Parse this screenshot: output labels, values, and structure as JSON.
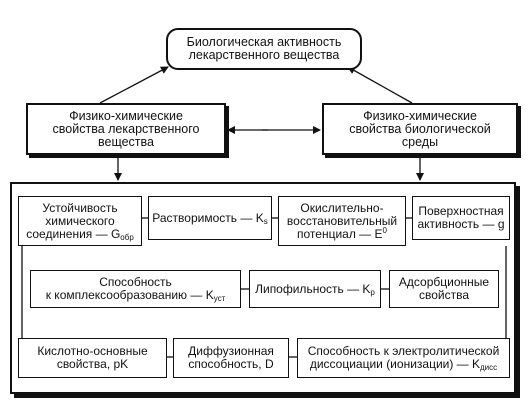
{
  "diagram": {
    "top": {
      "line1": "Биологическая активность",
      "line2": "лекарственного вещества"
    },
    "left_props": {
      "line1": "Физико-химические",
      "line2": "свойства лекарственного",
      "line3": "вещества"
    },
    "right_props": {
      "line1": "Физико-химические",
      "line2": "свойства биологической",
      "line3": "среды"
    },
    "row1": [
      {
        "line1": "Устойчивость",
        "line2": "химического",
        "line3": "соединения — G",
        "sub": "обр"
      },
      {
        "line1": "Растворимость — K",
        "sub": "s"
      },
      {
        "line1": "Окислительно-",
        "line2": "восстановительный",
        "line3": "потенциал — E",
        "sup": "0"
      },
      {
        "line1": "Поверхностная",
        "line2": "активность — g"
      }
    ],
    "row2": [
      {
        "line1": "Способность",
        "line2": "к комплексообразованию — K",
        "sub": "уст"
      },
      {
        "line1": "Липофильность — K",
        "sub": "р"
      },
      {
        "line1": "Адсорбционные",
        "line2": "свойства"
      }
    ],
    "row3": [
      {
        "line1": "Кислотно-основные",
        "line2": "свойства, pK"
      },
      {
        "line1": "Диффузионная",
        "line2": "способность, D"
      },
      {
        "line1": "Способность к электролитической",
        "line2": "диссоциации (ионизации) — K",
        "sub": "дисс"
      }
    ]
  }
}
